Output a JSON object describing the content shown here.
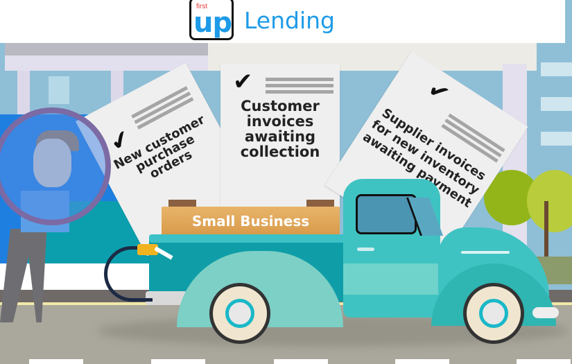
{
  "header": {
    "logo_small": "first",
    "logo_big": "up",
    "brand_name": "Lending"
  },
  "papers": [
    {
      "label": "New customer purchase orders",
      "lines": [
        "New customer",
        "purchase",
        "orders"
      ],
      "check_icon": "checkmark-icon"
    },
    {
      "label": "Customer invoices awaiting collection",
      "lines": [
        "Customer",
        "invoices",
        "awaiting",
        "collection"
      ],
      "check_icon": "checkmark-icon"
    },
    {
      "label": "Supplier invoices for new inventory awaiting payment",
      "lines": [
        "Supplier invoices",
        "for new inventory",
        "awaiting payment"
      ],
      "check_icon": "checkmark-icon"
    }
  ],
  "truck": {
    "sign_text": "Small Business"
  },
  "colors": {
    "brand_blue": "#1e9be8",
    "brand_red": "#e53935",
    "truck_teal": "#3fc3c2",
    "sign_wood": "#d89a4a"
  }
}
